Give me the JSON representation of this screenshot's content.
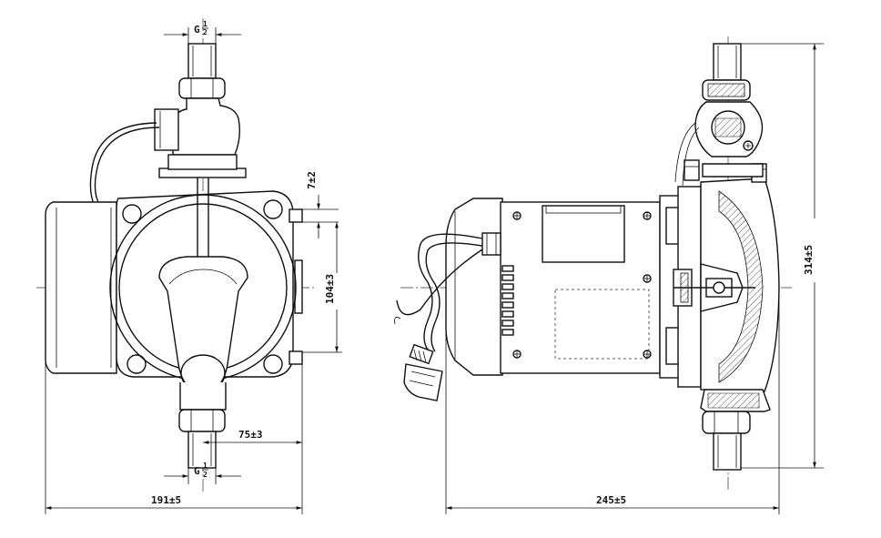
{
  "dimensions": {
    "inlet_thread_top": {
      "prefix": "G",
      "num": "1",
      "den": "2"
    },
    "outlet_thread_bottom": {
      "prefix": "G",
      "num": "1",
      "den": "2"
    },
    "tab_offset": "7±2",
    "mount_spacing": "104±3",
    "outlet_offset": "75±3",
    "front_width": "191±5",
    "side_length": "245±5",
    "overall_height": "314±5"
  }
}
